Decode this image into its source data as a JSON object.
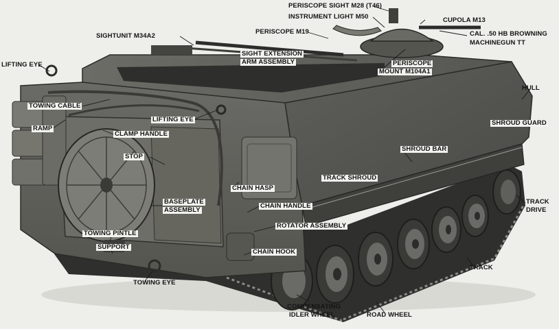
{
  "labels": {
    "periscope_sight": "PERISCOPE SIGHT M28 (T46)",
    "instrument_light": "INSTRUMENT LIGHT M50",
    "cupola": "CUPOLA M13",
    "browning_line1": "CAL. .50 HB BROWNING",
    "browning_line2": "MACHINEGUN TT",
    "sightunit": "SIGHTUNIT M34A2",
    "periscope_m19": "PERISCOPE M19",
    "sight_ext_line1": "SIGHT EXTENSION",
    "sight_ext_line2": "ARM ASSEMBLY",
    "periscope_mount_line1": "PERISCOPE",
    "periscope_mount_line2": "MOUNT M104A1",
    "lifting_eye_left": "LIFTING EYE",
    "hull": "HULL",
    "towing_cable": "TOWING CABLE",
    "lifting_eye_center": "LIFTING EYE",
    "shroud_guard": "SHROUD GUARD",
    "ramp": "RAMP",
    "clamp_handle": "CLAMP HANDLE",
    "shroud_bar": "SHROUD BAR",
    "stop": "STOP",
    "track_shroud": "TRACK SHROUD",
    "chain_hasp": "CHAIN HASP",
    "baseplate_line1": "BASEPLATE",
    "baseplate_line2": "ASSEMBLY",
    "track_drive_line1": "TRACK",
    "track_drive_line2": "DRIVE",
    "chain_handle": "CHAIN HANDLE",
    "rotator_assembly": "ROTATOR ASSEMBLY",
    "towing_pintle": "TOWING PINTLE",
    "support": "SUPPORT",
    "chain_hook": "CHAIN HOOK",
    "track": "TRACK",
    "towing_eye": "TOWING EYE",
    "idler_line1": "COMPENSATING",
    "idler_line2": "IDLER WHEEL",
    "road_wheel": "ROAD WHEEL"
  }
}
